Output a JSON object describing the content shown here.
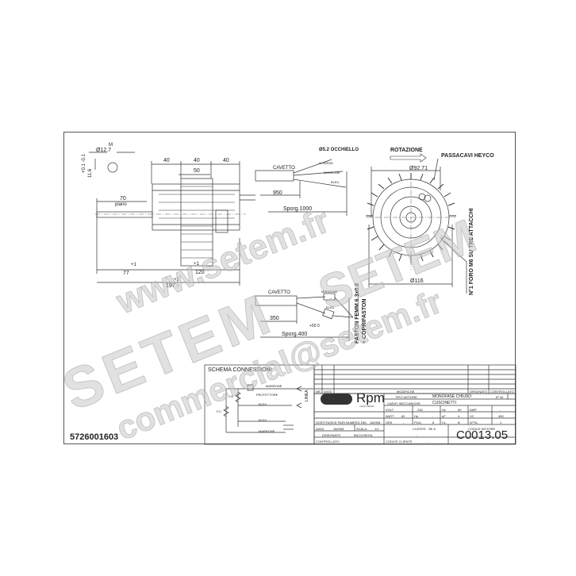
{
  "drawing": {
    "part_number": "5726001603",
    "motor_code": "C0013.05",
    "side_view": {
      "dim_top": [
        "40",
        "40",
        "40"
      ],
      "dim_center": "50",
      "shaft_length": "70",
      "shaft_note": "piano",
      "shaft_overhang": "77",
      "body_length": "120",
      "overall_length": "197",
      "tol_77": "+1",
      "tol_120": "+1",
      "tol_197": "+2",
      "shaft_dia": "Ø12.7",
      "shaft_flat": "11.6",
      "shaft_tol": "+0.1 -0.1",
      "shaft_m": "M"
    },
    "cable_top": {
      "label": "CAVETTO",
      "eyelet": "Ø5.2 OCCHIELLO",
      "wire1": "G.VERDE",
      "wire2": "MARRONE",
      "wire3": "BLEU",
      "dim1": "950",
      "dim2": "Sporg.1000"
    },
    "front_view": {
      "rotation": "ROTAZIONE",
      "grommet": "PASSACAVI HEYCO",
      "dia_bolt": "Ø92.71",
      "dia_outer": "Ø116",
      "mount_note": "N°1 FORO M6 SU TRE ATTACCHI"
    },
    "cable_bottom": {
      "label": "CAVETTO",
      "wire1": "MARRONE",
      "wire2": "BLEU",
      "dim1": "350",
      "dim2": "Sporg.400",
      "tol": "+50 0",
      "faston": "FASTON FEMM.6.3x0.8",
      "faston2": "+ COPRIFASTON"
    },
    "schema": {
      "title": "SCHEMA CONNESSIONI",
      "fa": "F.A.",
      "fc": "F.C.",
      "marrone1": "MARRONE",
      "protettore": "PROTETTORE",
      "bleu1": "BLEU",
      "bleu2": "BLEU",
      "marrone2": "MARRONE",
      "linea": "LINEA"
    },
    "revisions": {
      "headers": [
        "NR",
        "DATA",
        "MODIFICHE",
        "ORIGINATO",
        "CONTROLLATO"
      ],
      "rows": [
        [
          "-",
          "-",
          "-",
          "-",
          ""
        ],
        [
          "-",
          "-",
          "-",
          "-",
          ""
        ],
        [
          "-",
          "-",
          "-",
          "-",
          ""
        ],
        [
          "-",
          "-",
          "-",
          "-",
          ""
        ],
        [
          "-",
          "-",
          "-",
          "-",
          ""
        ]
      ]
    },
    "title_block": {
      "brand": "Rpm",
      "brand_sub": "motori elettrici",
      "tipo_motore_label": "TIPO MOTORE",
      "tipo_motore": "MONOFASE CHIUSO",
      "ip": "IP 44",
      "caratt_label": "CARAT. MECCANICHE",
      "caratt": "CUSCINETTI",
      "volt_label": "VOLT",
      "volt": "230",
      "hz_label": "Hz",
      "hz": "50",
      "amp_label": "AMP.",
      "amp": "-",
      "watt_label": "WATT",
      "watt": "62",
      "hp_label": "Hp",
      "hp": "-",
      "uf_label": "uF",
      "uf": "4",
      "vc_label": "VC",
      "vc": "450",
      "giri_label": "GIRI",
      "giri": "-",
      "poli_label": "POLI",
      "poli": "6",
      "cl_label": "CL.",
      "cl": "B",
      "fil_label": "N°FIL.",
      "fil": "1",
      "sostituisce_label": "SOSTITUISCE PARI NUMERO DEL",
      "sostituisce": "16/09/8",
      "data_label": "DATA",
      "data": "16/09/8",
      "scala_label": "SCALA",
      "scala": "1/1",
      "cliente_label": "CLIENTE",
      "cliente": "SE-6",
      "cliente_val": "-",
      "disegnato_label": "DISEGNATO",
      "disegnato": "BACCHIEGA",
      "controllato_label": "CONTROLLATO",
      "codice_cliente_label": "CODICE CLIENTE",
      "codice_cliente": "-",
      "codice_motore_label": "CODICE MOTORE"
    },
    "watermark": {
      "line1": "www.setem.fr",
      "line2": "SETEM",
      "line3": "SETEM",
      "line4": "commercial@setem.fr"
    }
  }
}
